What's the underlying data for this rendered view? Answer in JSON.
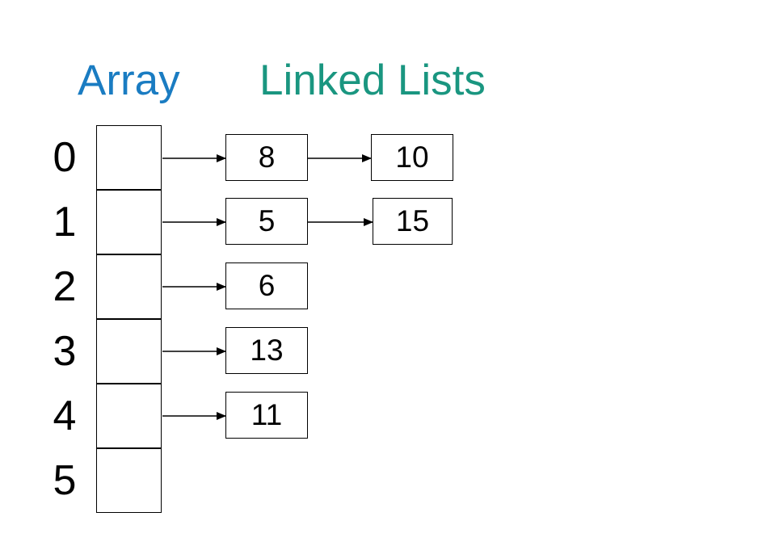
{
  "titles": {
    "array": "Array",
    "linked_lists": "Linked Lists"
  },
  "colors": {
    "array_title": "#1a7cc2",
    "linked_lists_title": "#1a9680",
    "lines": "#000000"
  },
  "array": {
    "indices": [
      "0",
      "1",
      "2",
      "3",
      "4",
      "5"
    ]
  },
  "lists": [
    {
      "index": "0",
      "nodes": [
        "8",
        "10"
      ]
    },
    {
      "index": "1",
      "nodes": [
        "5",
        "15"
      ]
    },
    {
      "index": "2",
      "nodes": [
        "6"
      ]
    },
    {
      "index": "3",
      "nodes": [
        "13"
      ]
    },
    {
      "index": "4",
      "nodes": [
        "11"
      ]
    },
    {
      "index": "5",
      "nodes": []
    }
  ]
}
